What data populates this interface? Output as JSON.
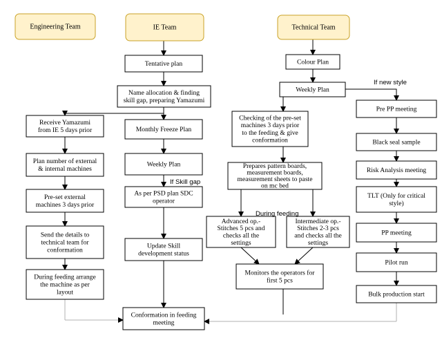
{
  "teams": {
    "engineering": "Engineering Team",
    "ie": "IE Team",
    "technical": "Technical Team"
  },
  "engineering": [
    [
      "Receive Yamazumi",
      "from IE 5 days prior"
    ],
    [
      "Plan number of external",
      "& internal machines"
    ],
    [
      "Pre-set external",
      "machines 3 days prior"
    ],
    [
      "Send the details to",
      "technical team for",
      "conformation"
    ],
    [
      "During feeding arrange",
      "the machine as per",
      "layout"
    ]
  ],
  "ie": {
    "tentative": [
      "Tentative plan"
    ],
    "name_allocation": [
      "Name allocation & finding",
      "skill gap, preparing Yamazumi"
    ],
    "monthly": [
      "Monthly Freeze Plan"
    ],
    "weekly": [
      "Weekly Plan"
    ],
    "psd": [
      "As per PSD plan SDC",
      "operator"
    ],
    "skill": [
      "Update Skill",
      "development status"
    ]
  },
  "technical": {
    "colour": [
      "Colour Plan"
    ],
    "weekly": [
      "Weekly Plan"
    ],
    "checking": [
      "Checking of the pre-set",
      "machines 3 days prior",
      "to the feeding & give",
      "conformation"
    ],
    "pattern": [
      "Prepares pattern boards,",
      "measurement boards,",
      "measurement sheets to paste",
      "on mc bed"
    ],
    "advanced": [
      "Advanced op.-",
      "Stitches 5 pcs and",
      "checks all the",
      "settings"
    ],
    "intermediate": [
      "Intermediate op.-",
      "Stitches 2-3 pcs",
      "and checks all the",
      "settings"
    ],
    "monitors": [
      "Monitors the operators for",
      "first 5 pcs"
    ]
  },
  "new_style": [
    [
      "Pre PP meeting"
    ],
    [
      "Black seal sample"
    ],
    [
      "Risk Analysis meeting"
    ],
    [
      "TLT (Only for critical",
      "style)"
    ],
    [
      "PP meeting"
    ],
    [
      "Pilot run"
    ],
    [
      "Bulk production start"
    ]
  ],
  "conformation": [
    "Conformation in feeding",
    "meeting"
  ],
  "notes": {
    "if_new_style": "If new style",
    "if_skill_gap": "If Skill gap",
    "during_feeding": "During feeding"
  },
  "colors": {
    "team_fill": "#fff2cc",
    "team_border": "#c9a227"
  }
}
